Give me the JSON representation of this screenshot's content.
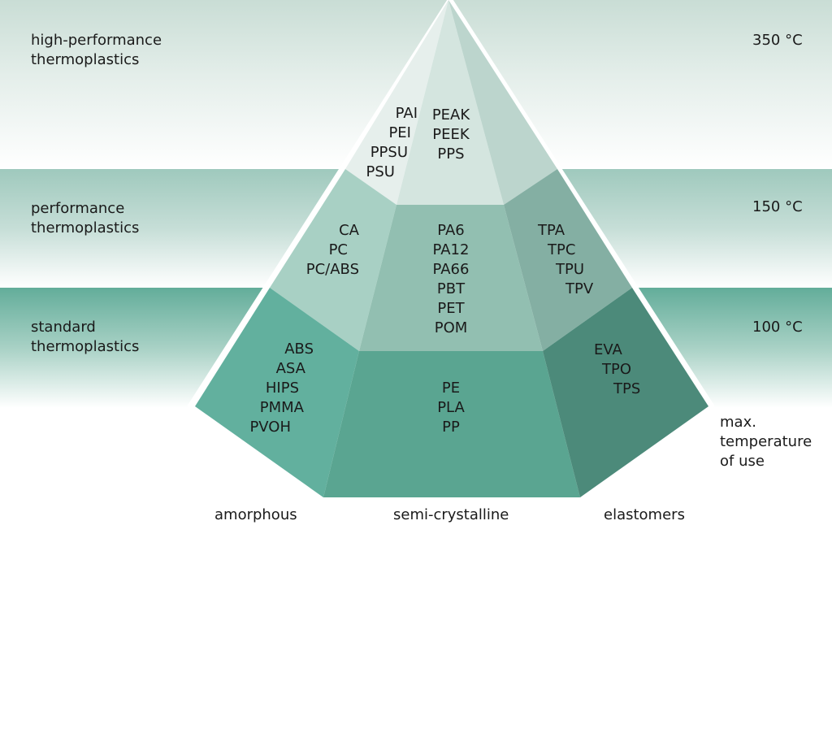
{
  "tiers": [
    {
      "label_line1": "high-performance",
      "label_line2": "thermoplastics",
      "temperature": "350 °C"
    },
    {
      "label_line1": "performance",
      "label_line2": "thermoplastics",
      "temperature": "150 °C"
    },
    {
      "label_line1": "standard",
      "label_line2": "thermoplastics",
      "temperature": "100 °C"
    }
  ],
  "axis_label": {
    "line1": "max.",
    "line2": "temperature",
    "line3": "of use"
  },
  "categories": [
    "amorphous",
    "semi-crystalline",
    "elastomers"
  ],
  "materials": {
    "high_amorphous": [
      "PAI",
      "PEI",
      "PPSU",
      "PSU"
    ],
    "high_semicrystalline": [
      "PEAK",
      "PEEK",
      "PPS"
    ],
    "performance_amorphous": [
      "CA",
      "PC",
      "PC/ABS"
    ],
    "performance_semicrystalline": [
      "PA6",
      "PA12",
      "PA66",
      "PBT",
      "PET",
      "POM"
    ],
    "performance_elastomers": [
      "TPA",
      "TPC",
      "TPU",
      "TPV"
    ],
    "standard_amorphous": [
      "ABS",
      "ASA",
      "HIPS",
      "PMMA",
      "PVOH"
    ],
    "standard_semicrystalline": [
      "PE",
      "PLA",
      "PP"
    ],
    "standard_elastomers": [
      "EVA",
      "TPO",
      "TPS"
    ]
  },
  "colors": {
    "top_center": "#d4e5df",
    "top_left": "#e6efec",
    "top_right": "#bcd5cd",
    "mid_left": "#a8d0c4",
    "mid_center": "#92bfb1",
    "mid_right": "#84afa3",
    "bot_left": "#62b09e",
    "bot_center": "#5aa591",
    "bot_right": "#4c8a7a"
  }
}
